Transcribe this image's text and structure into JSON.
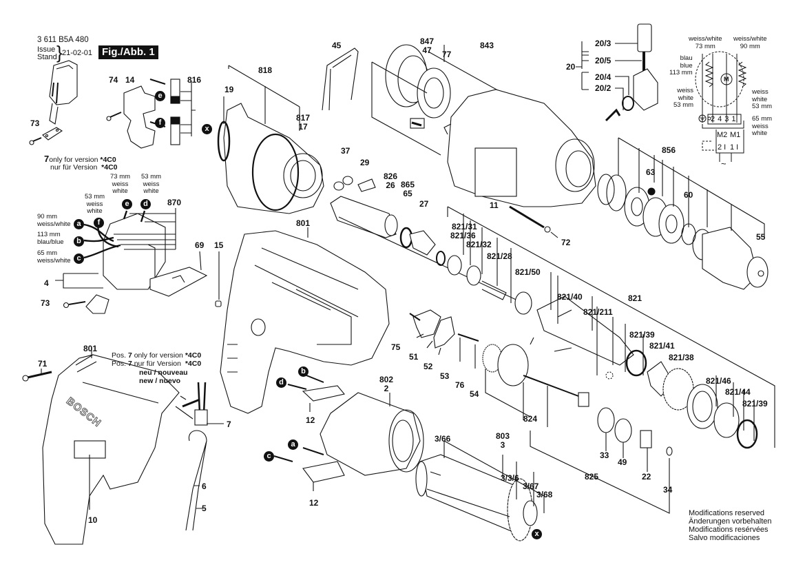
{
  "header": {
    "part_number": "3 611 B5A 480",
    "issue_label": "Issue",
    "stand_label": "Stand",
    "issue_date": "21-02-01",
    "figure_label": "Fig./Abb. 1"
  },
  "notes": {
    "version_note_line1_num": "7",
    "version_note_line1": "only for version",
    "version_note_line1_code": "*4C0",
    "version_note_line2": "nur für Version",
    "version_note_line2_code": "*4C0",
    "pos7_line1_prefix": "Pos.",
    "pos7_line1_num": "7",
    "pos7_line1_text": "only for version",
    "pos7_line1_code": "*4C0",
    "pos7_line2_prefix": "Pos.",
    "pos7_line2_num": "7",
    "pos7_line2_text": "nur für Version",
    "pos7_line2_code": "*4C0",
    "new_line1": "neu / nouveau",
    "new_line2": "new / nuevo"
  },
  "switch_wiring": {
    "e": {
      "letter": "e",
      "length": "73 mm",
      "l1": "weiss",
      "l2": "white"
    },
    "d": {
      "letter": "d",
      "length": "53 mm",
      "l1": "weiss",
      "l2": "white"
    },
    "f": {
      "letter": "f",
      "length": "53 mm",
      "l1": "weiss",
      "l2": "white"
    },
    "a": {
      "letter": "a",
      "length": "90 mm",
      "l1": "weiss/white"
    },
    "b": {
      "letter": "b",
      "length": "113 mm",
      "l1": "blau/blue"
    },
    "c": {
      "letter": "c",
      "length": "65 mm",
      "l1": "weiss/white"
    }
  },
  "schematic": {
    "top_left_color": "weiss/white",
    "top_left_len": "73 mm",
    "top_right_color": "weiss/white",
    "top_right_len": "90 mm",
    "left_c1": "blau",
    "left_c2": "blue",
    "left_len": "113 mm",
    "mid_left_c1": "weiss",
    "mid_left_c2": "white",
    "mid_left_len": "53 mm",
    "mid_right_c1": "weiss",
    "mid_right_c2": "white",
    "mid_right_len": "53 mm",
    "low_right_len": "65 mm",
    "low_right_c1": "weiss",
    "low_right_c2": "white",
    "terminals": [
      "2",
      "4",
      "3",
      "1"
    ],
    "motor_symbol": "M",
    "m2": "M2",
    "m1": "M1",
    "bottom_terms": [
      "2 I",
      "1 I"
    ],
    "ac_symbol": "~",
    "ground_symbol": "⏚"
  },
  "part_labels": {
    "p73a": "73",
    "p7a": "7",
    "p74": "74",
    "p14": "14",
    "p816": "816",
    "p19": "19",
    "p818": "818",
    "p817": "817",
    "p17": "17",
    "p45": "45",
    "p847": "847",
    "p47": "47",
    "p77": "77",
    "p843": "843",
    "p20": "20",
    "p20_3": "20/3",
    "p20_5": "20/5",
    "p20_4": "20/4",
    "p20_2": "20/2",
    "p37": "37",
    "p29": "29",
    "p826": "826",
    "p26": "26",
    "p865": "865",
    "p65": "65",
    "p27": "27",
    "p11": "11",
    "p72": "72",
    "p856": "856",
    "p63": "63",
    "p60": "60",
    "p55": "55",
    "p870": "870",
    "p4": "4",
    "p73b": "73",
    "p69": "69",
    "p15": "15",
    "p801a": "801",
    "p821_31": "821/31",
    "p821_36": "821/36",
    "p821_32": "821/32",
    "p821_28": "821/28",
    "p821_50": "821/50",
    "p821_40": "821/40",
    "p821_211": "821/211",
    "p821": "821",
    "p821_39a": "821/39",
    "p821_41": "821/41",
    "p821_38": "821/38",
    "p821_46": "821/46",
    "p821_44": "821/44",
    "p821_39b": "821/39",
    "p75": "75",
    "p51": "51",
    "p52": "52",
    "p53": "53",
    "p76": "76",
    "p54": "54",
    "p824": "824",
    "p33": "33",
    "p49": "49",
    "p22": "22",
    "p34": "34",
    "p825": "825",
    "p71": "71",
    "p801b": "801",
    "p7b": "7",
    "p6": "6",
    "p5": "5",
    "p10": "10",
    "p802": "802",
    "p2": "2",
    "p12a": "12",
    "p12b": "12",
    "p803": "803",
    "p3": "3",
    "p3_66": "3/66",
    "p3_3_6": "3/3/6",
    "p3_67": "3/67",
    "p3_68": "3/68"
  },
  "markers": {
    "x": "x",
    "e": "e",
    "f": "f",
    "a": "a",
    "b": "b",
    "c": "c",
    "d": "d"
  },
  "brand_on_housing": "BOSCH",
  "modifications": [
    "Modifications reserved",
    "Änderungen vorbehalten",
    "Modifications resérvées",
    "Salvo modificaciones"
  ]
}
